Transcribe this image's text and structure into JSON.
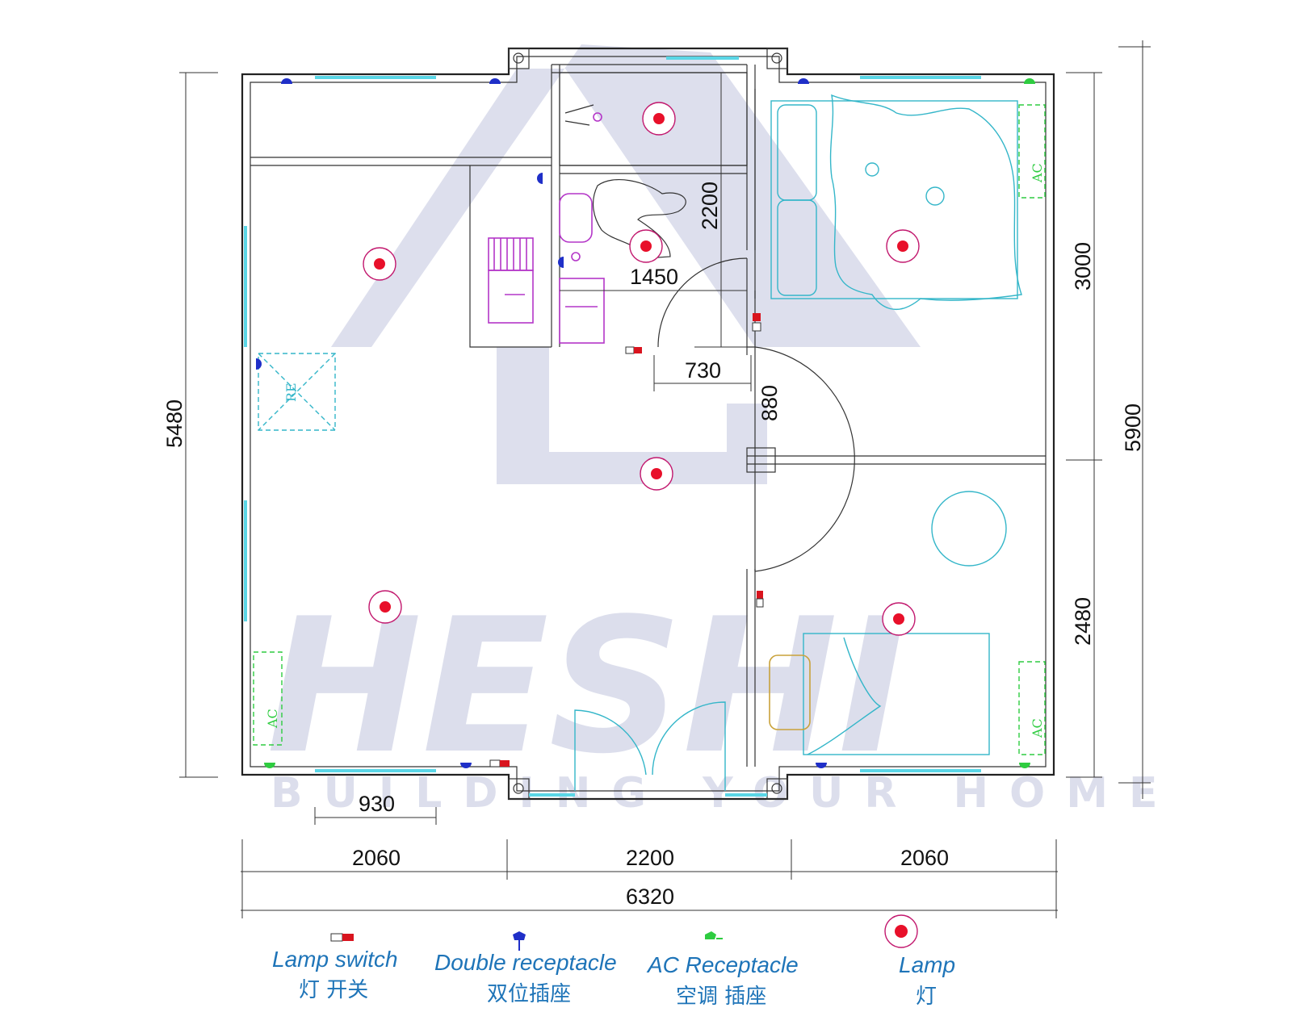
{
  "plan": {
    "dimensions": {
      "overall_width": "6320",
      "left_section": "2060",
      "middle_section": "2200",
      "right_section": "2060",
      "left_height": "5480",
      "right_height": "5900",
      "bedroom_top_height": "3000",
      "bedroom_bottom_height": "2480",
      "bathroom_height": "2200",
      "bathroom_width": "1450",
      "bath_door_width": "730",
      "corridor_door_width": "880",
      "window_width": "930"
    },
    "labels": {
      "ac": "AC",
      "fridge": "RE"
    }
  },
  "watermark": {
    "brand": "HESHI",
    "tagline": "BUILDING YOUR HOME"
  },
  "legend": [
    {
      "en": "Lamp switch",
      "cn": "灯  开关",
      "icon": "lamp-switch-icon"
    },
    {
      "en": "Double receptacle",
      "cn": "双位插座",
      "icon": "double-receptacle-icon"
    },
    {
      "en": "AC Receptacle",
      "cn": "空调  插座",
      "icon": "ac-receptacle-icon"
    },
    {
      "en": "Lamp",
      "cn": "灯",
      "icon": "lamp-icon"
    }
  ],
  "colors": {
    "wall": "#222222",
    "window": "#5ad6e6",
    "lamp": "#e8102a",
    "lamp_ring": "#c2186e",
    "receptacle": "#1f2fc8",
    "ac_receptacle": "#2ecc40",
    "legend_text": "#1e74b8",
    "watermark": "#2b3a8e"
  }
}
